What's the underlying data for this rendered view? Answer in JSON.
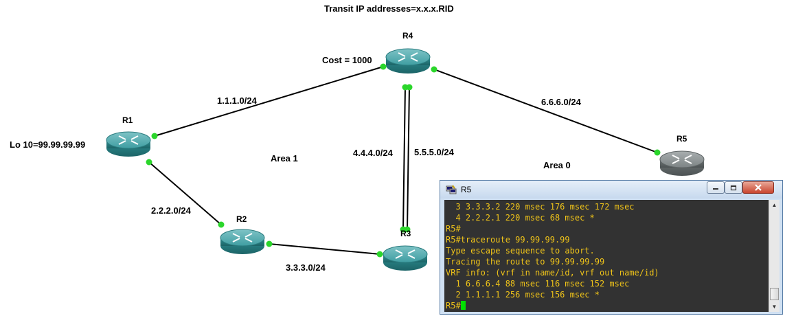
{
  "diagram": {
    "title": "Transit IP addresses=x.x.x.RID",
    "routers": [
      {
        "id": "R1",
        "label": "R1",
        "color": "teal"
      },
      {
        "id": "R2",
        "label": "R2",
        "color": "teal"
      },
      {
        "id": "R3",
        "label": "R3",
        "color": "teal"
      },
      {
        "id": "R4",
        "label": "R4",
        "color": "teal"
      },
      {
        "id": "R5",
        "label": "R5",
        "color": "gray"
      }
    ],
    "links": [
      {
        "from": "R1",
        "to": "R4",
        "label": "1.1.1.0/24"
      },
      {
        "from": "R1",
        "to": "R2",
        "label": "2.2.2.0/24"
      },
      {
        "from": "R2",
        "to": "R3",
        "label": "3.3.3.0/24"
      },
      {
        "from": "R4",
        "to": "R3",
        "label": "4.4.4.0/24"
      },
      {
        "from": "R4",
        "to": "R3",
        "label": "5.5.5.0/24"
      },
      {
        "from": "R4",
        "to": "R5",
        "label": "6.6.6.0/24"
      }
    ],
    "annotations": {
      "cost": "Cost = 1000",
      "loopback": "Lo 10=99.99.99.99",
      "area1": "Area 1",
      "area0": "Area 0"
    },
    "colors": {
      "link": "#000000",
      "port": "#2bd62b",
      "router_teal": "#2f8f92",
      "router_gray": "#6f7677"
    }
  },
  "terminal": {
    "title": "R5",
    "icon": "putty-icon",
    "lines": [
      "  3 3.3.3.2 220 msec 176 msec 172 msec",
      "  4 2.2.2.1 220 msec 68 msec *",
      "R5#",
      "R5#traceroute 99.99.99.99",
      "Type escape sequence to abort.",
      "Tracing the route to 99.99.99.99",
      "VRF info: (vrf in name/id, vrf out name/id)",
      "  1 6.6.6.4 88 msec 116 msec 152 msec",
      "  2 1.1.1.1 256 msec 156 msec *"
    ],
    "prompt": "R5#",
    "colors": {
      "text": "#f0c419",
      "background": "#323232",
      "cursor": "#00e000"
    }
  }
}
